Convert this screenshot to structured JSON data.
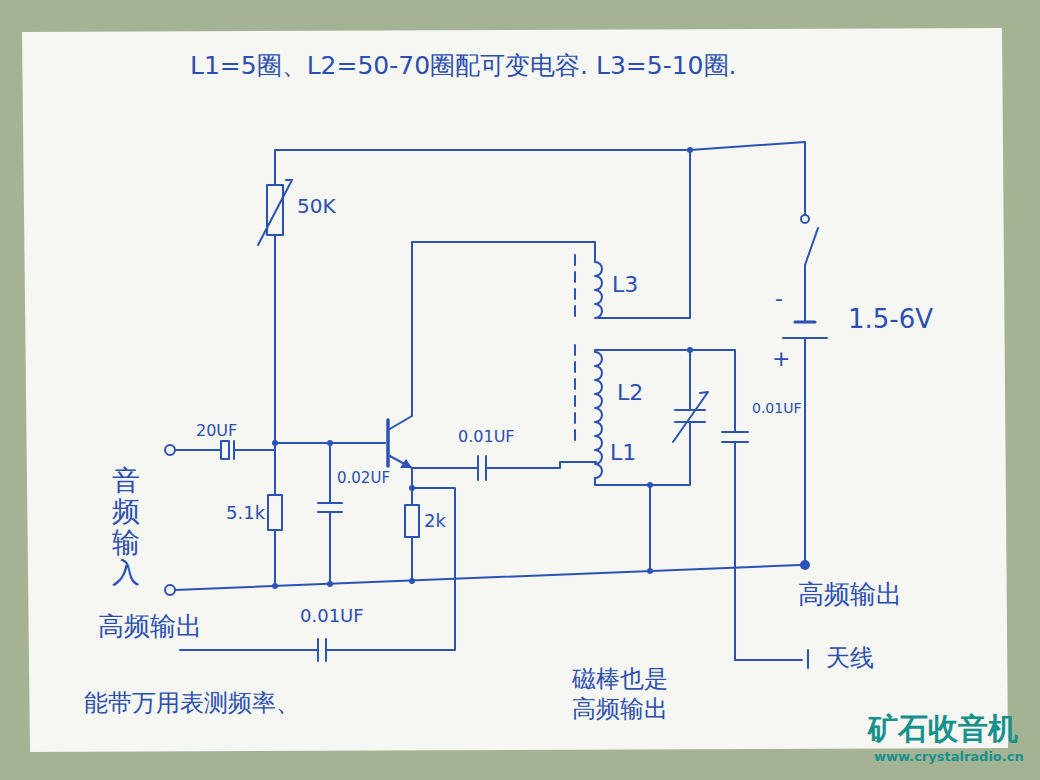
{
  "diagram": {
    "title": "L1=5圈、L2=50-70圈配可变电容. L3=5-10圈.",
    "labels": [
      "50K",
      "L3",
      "L2",
      "L1",
      "-",
      "+",
      "1.5-6V",
      "20UF",
      "0.01UF",
      "0.02UF",
      "5.1k",
      "2k",
      "0.01UF",
      "音频输入",
      "高频输出",
      "0.01UF",
      "能带万用表测频率、",
      "高频输出",
      "天线",
      "磁棒也是 高频输出",
      "矿石收音机",
      "www.crystalradio.cn"
    ]
  }
}
